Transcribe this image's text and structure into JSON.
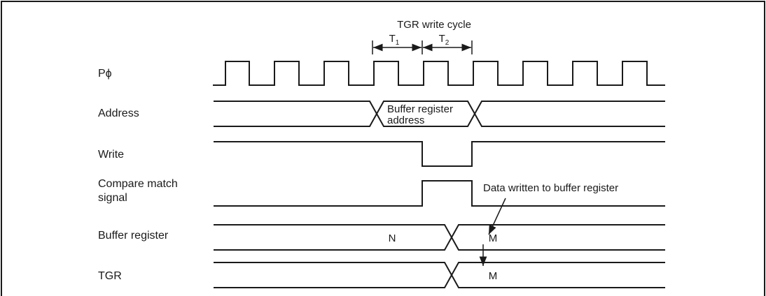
{
  "diagram": {
    "cycle_label": "TGR write cycle",
    "t1_label": "T",
    "t1_sub": "1",
    "t2_label": "T",
    "t2_sub": "2",
    "signals": {
      "clock": "Pϕ",
      "address": "Address",
      "write": "Write",
      "compare_line1": "Compare match",
      "compare_line2": "signal",
      "buffer": "Buffer register",
      "tgr": "TGR"
    },
    "address_value_line1": "Buffer register",
    "address_value_line2": "address",
    "buffer_old_value": "N",
    "buffer_new_value": "M",
    "tgr_new_value": "M",
    "annotation": "Data written to buffer register"
  }
}
